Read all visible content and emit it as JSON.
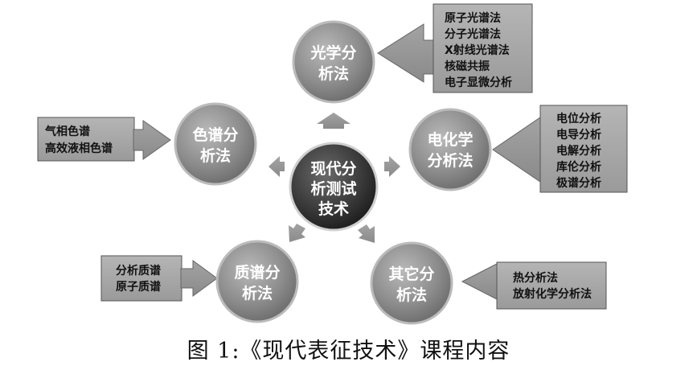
{
  "center": {
    "lines": [
      "现代分",
      "析测试",
      "技术"
    ]
  },
  "nodes": [
    {
      "id": "optical",
      "lines": [
        "光学分",
        "析法"
      ]
    },
    {
      "id": "electrochem",
      "lines": [
        "电化学",
        "分析法"
      ]
    },
    {
      "id": "other",
      "lines": [
        "其它分",
        "析法"
      ]
    },
    {
      "id": "mass",
      "lines": [
        "质谱分",
        "析法"
      ]
    },
    {
      "id": "chromatography",
      "lines": [
        "色谱分",
        "析法"
      ]
    }
  ],
  "boxes": [
    {
      "id": "optical-methods",
      "items": [
        "原子光谱法",
        "分子光谱法",
        "X射线光谱法",
        "核磁共振",
        "电子显微分析"
      ]
    },
    {
      "id": "electrochem-methods",
      "items": [
        "电位分析",
        "电导分析",
        "电解分析",
        "库伦分析",
        "极谱分析"
      ]
    },
    {
      "id": "other-methods",
      "items": [
        "热分析法",
        "放射化学分析法"
      ]
    },
    {
      "id": "mass-methods",
      "items": [
        "分析质谱",
        "原子质谱"
      ]
    },
    {
      "id": "chromatography-methods",
      "items": [
        "气相色谱",
        "高效液相色谱"
      ]
    }
  ],
  "caption": "图 1:《现代表征技术》课程内容"
}
